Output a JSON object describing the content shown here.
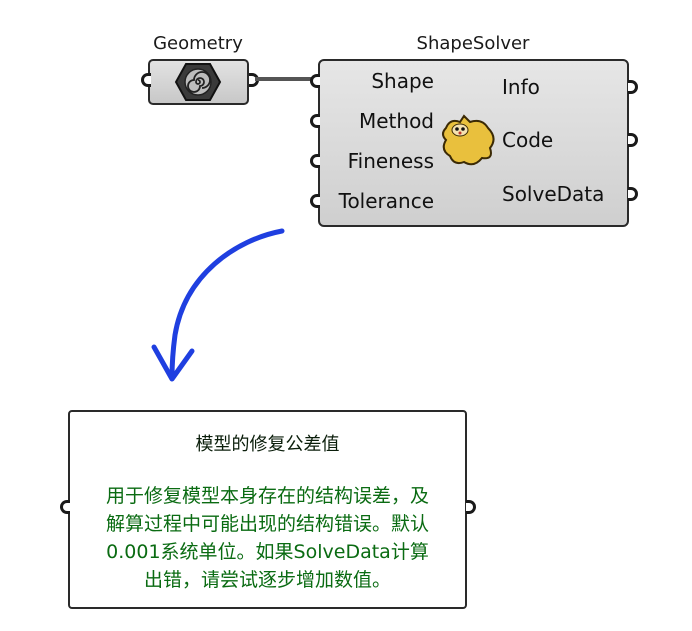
{
  "geometry_param": {
    "title": "Geometry",
    "icon": "spiral-hexagon-icon"
  },
  "component": {
    "title": "ShapeSolver",
    "icon": "flying-squirrel-icon",
    "inputs": [
      "Shape",
      "Method",
      "Fineness",
      "Tolerance"
    ],
    "outputs": [
      "Info",
      "Code",
      "SolveData"
    ]
  },
  "annotation": {
    "arrow_color": "#1f3fe0"
  },
  "panel": {
    "title": "模型的修复公差值",
    "text": "用于修复模型本身存在的结构误差，及\n解算过程中可能出现的结构错误。默认\n0.001系统单位。如果SolveData计算\n出错，请尝试逐步增加数值。",
    "text_color": "#0a6b12"
  }
}
